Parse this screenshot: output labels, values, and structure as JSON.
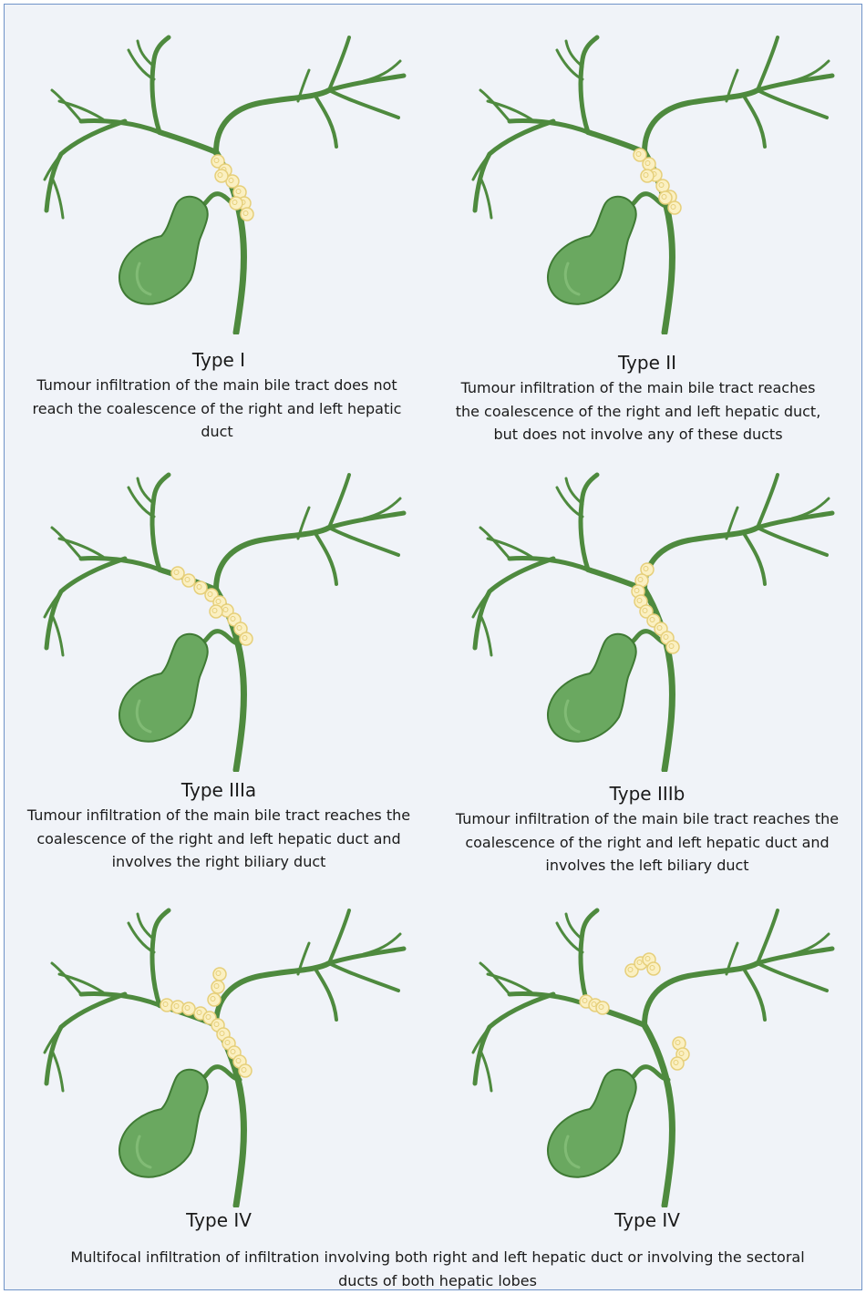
{
  "colors": {
    "duct": "#4e8a3e",
    "gallbladder": "#6aa860",
    "gallbladder_outline": "#3f7a34",
    "tumour_fill": "#fbf0c2",
    "tumour_outline": "#e6cf7a",
    "frame_bg": "#f0f3f8",
    "frame_border": "#6f93c8"
  },
  "panels": [
    {
      "title": "Type I",
      "description": "Tumour infiltration of the main bile tract does not reach the coalescence of the right and left hepatic duct",
      "tumour_site": "common-duct"
    },
    {
      "title": "Type II",
      "description": "Tumour infiltration of the main bile tract reaches the coalescence of the right and left hepatic duct, but does not involve any of these ducts",
      "tumour_site": "confluence"
    },
    {
      "title": "Type IIIa",
      "description": "Tumour infiltration of the main bile tract reaches the coalescence of the right and left hepatic duct and involves the right biliary duct",
      "tumour_site": "right-duct"
    },
    {
      "title": "Type IIIb",
      "description": "Tumour infiltration of the main bile tract reaches the coalescence of the right and left hepatic duct and involves the left biliary duct",
      "tumour_site": "left-duct"
    },
    {
      "title": "Type IV",
      "description": "",
      "tumour_site": "both-ducts"
    },
    {
      "title": "Type IV",
      "description": "",
      "tumour_site": "multifocal"
    }
  ],
  "footer": "Multifocal infiltration of infiltration involving both right and left hepatic duct or involving the sectoral ducts of both hepatic lobes"
}
